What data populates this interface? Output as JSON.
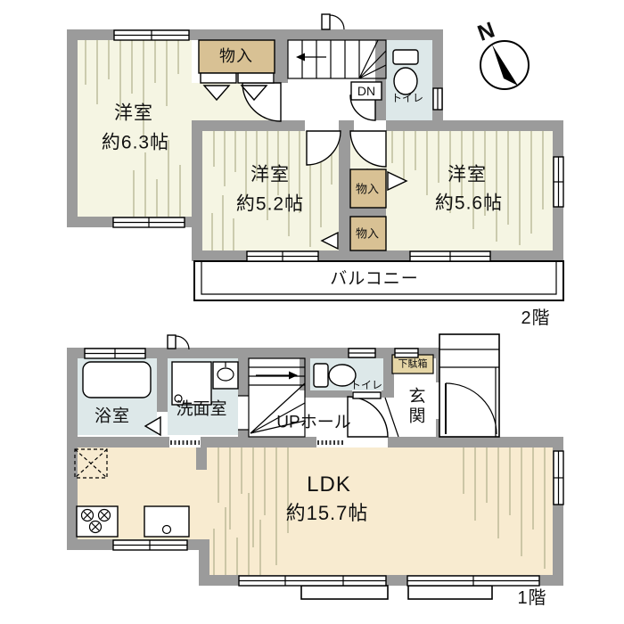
{
  "floor2": {
    "floor_label": "2階",
    "rooms": {
      "room_a": {
        "name": "洋室",
        "size": "約6.3帖"
      },
      "room_b": {
        "name": "洋室",
        "size": "約5.2帖"
      },
      "room_c": {
        "name": "洋室",
        "size": "約5.6帖"
      }
    },
    "closet_top": "物入",
    "closet_upper": "物入",
    "closet_lower": "物入",
    "toilet": "トイレ",
    "stairs_down": "DN",
    "balcony": "バルコニー"
  },
  "floor1": {
    "floor_label": "1階",
    "bath": "浴室",
    "washroom": "洗面室",
    "up_hall": "UPホール",
    "toilet": "トイレ",
    "shoe_cabinet": "下駄箱",
    "entrance": "玄関",
    "ldk": {
      "name": "LDK",
      "size": "約15.7帖"
    }
  },
  "compass": "N",
  "colors": {
    "wall": "#9b9b9b",
    "room_cream": "#f5f5e3",
    "ldk_cream": "#f8ebd0",
    "closet_tan": "#d8c194",
    "cabinet_tan": "#e6d6a6",
    "wet_blue": "#dde8e9",
    "hatch": "#a8a883"
  }
}
